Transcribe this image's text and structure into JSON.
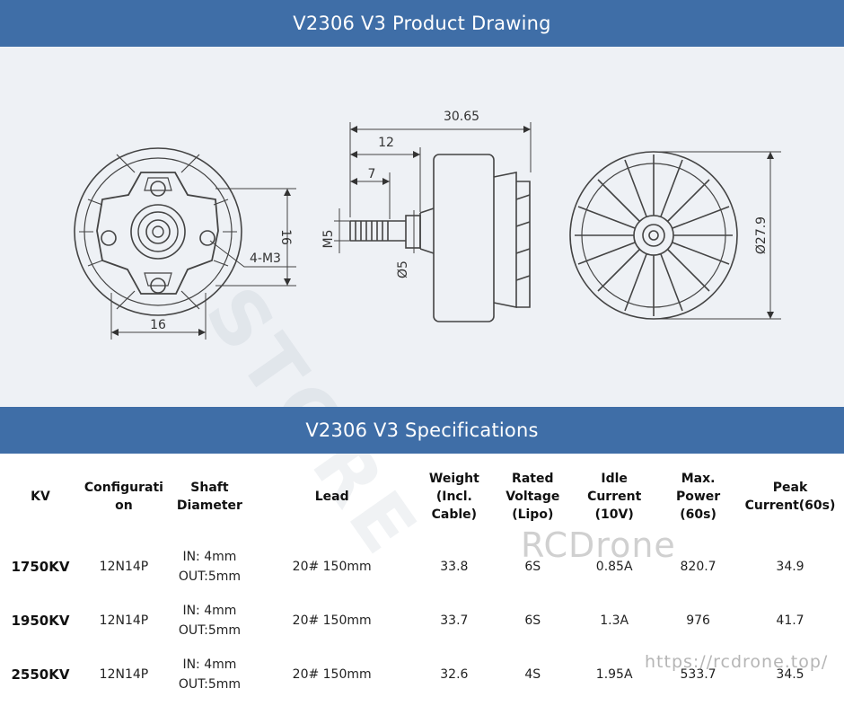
{
  "header_drawing": {
    "title": "V2306 V3 Product Drawing"
  },
  "drawing": {
    "dims": {
      "left_height": "16",
      "left_width": "16",
      "holes": "4-M3",
      "overall_length": "30.65",
      "stator_len": "12",
      "thread_len": "7",
      "thread": "M5",
      "shaft_dia": "Ø5",
      "diameter": "Ø27.9"
    }
  },
  "header_specs": {
    "title": "V2306 V3 Specifications"
  },
  "specs": {
    "headers": [
      {
        "line1": "KV",
        "line2": "",
        "line3": ""
      },
      {
        "line1": "Configurati",
        "line2": "on",
        "line3": ""
      },
      {
        "line1": "Shaft",
        "line2": "Diameter",
        "line3": ""
      },
      {
        "line1": "Lead",
        "line2": "",
        "line3": ""
      },
      {
        "line1": "Weight",
        "line2": "(Incl.",
        "line3": "Cable)"
      },
      {
        "line1": "Rated",
        "line2": "Voltage",
        "line3": "(Lipo)"
      },
      {
        "line1": "Idle",
        "line2": "Current",
        "line3": "(10V)"
      },
      {
        "line1": "Max.",
        "line2": "Power",
        "line3": "(60s)"
      },
      {
        "line1": "Peak",
        "line2": "Current(60s)",
        "line3": ""
      }
    ],
    "rows": [
      {
        "kv": "1750KV",
        "config": "12N14P",
        "shaft_in": "IN: 4mm",
        "shaft_out": "OUT:5mm",
        "lead": "20# 150mm",
        "weight": "33.8",
        "voltage": "6S",
        "idle": "0.85A",
        "power": "820.7",
        "peak": "34.9"
      },
      {
        "kv": "1950KV",
        "config": "12N14P",
        "shaft_in": "IN: 4mm",
        "shaft_out": "OUT:5mm",
        "lead": "20# 150mm",
        "weight": "33.7",
        "voltage": "6S",
        "idle": "1.3A",
        "power": "976",
        "peak": "41.7"
      },
      {
        "kv": "2550KV",
        "config": "12N14P",
        "shaft_in": "IN: 4mm",
        "shaft_out": "OUT:5mm",
        "lead": "20# 150mm",
        "weight": "32.6",
        "voltage": "4S",
        "idle": "1.95A",
        "power": "533.7",
        "peak": "34.5"
      }
    ]
  },
  "watermarks": {
    "brand": "RCDrone",
    "url": "https://rcdrone.top/",
    "diagonal": "STORE"
  }
}
